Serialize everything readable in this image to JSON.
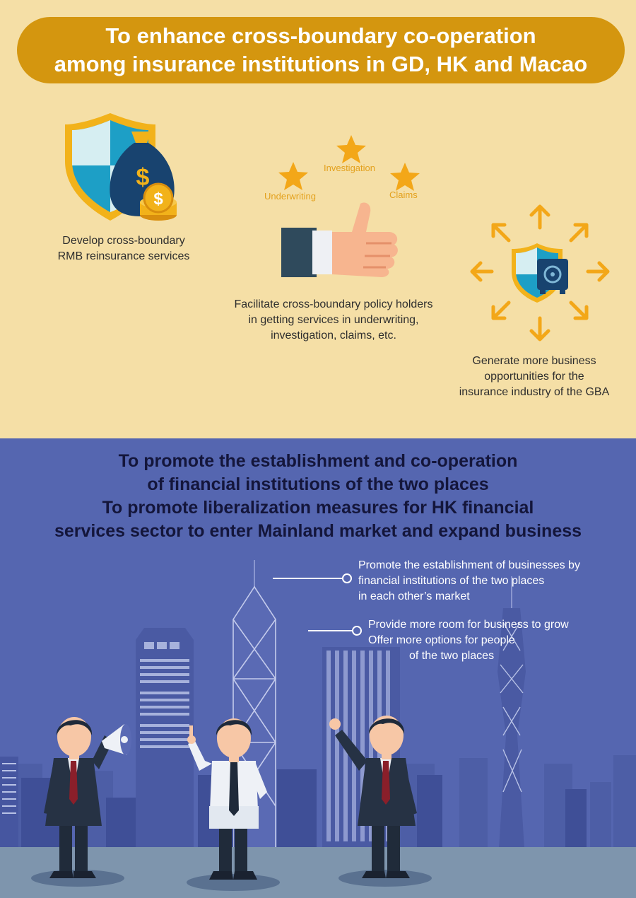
{
  "top": {
    "banner": {
      "line1": "To enhance cross-boundary co-operation",
      "line2": "among insurance institutions in GD, HK and Macao"
    },
    "item1": {
      "icon": "money-bag-shield-icon",
      "line1": "Develop cross-boundary",
      "line2": "RMB reinsurance services"
    },
    "item2": {
      "icon": "thumbs-up-icon",
      "stars": [
        "Underwriting",
        "Investigation",
        "Claims"
      ],
      "line1": "Facilitate cross-boundary policy holders",
      "line2": "in getting services in underwriting,",
      "line3": "investigation, claims, etc."
    },
    "item3": {
      "icon": "safe-shield-expand-icon",
      "line1": "Generate more business",
      "line2": "opportunities for the",
      "line3": "insurance industry of the GBA"
    }
  },
  "bottom": {
    "title": {
      "line1": "To promote the establishment and co-operation",
      "line2": "of financial institutions of the two places",
      "line3": "To promote liberalization measures for HK financial",
      "line4": "services sector to enter Mainland market and expand business"
    },
    "callout1": {
      "line1": "Promote the establishment of businesses by",
      "line2": "financial institutions of the two places",
      "line3": "in each other’s market"
    },
    "callout2": {
      "line1": "Provide more room for business to grow",
      "line2": "Offer more options for people",
      "line3": "of the two places"
    }
  },
  "colors": {
    "top_bg": "#f5dfa6",
    "banner": "#d4960f",
    "bottom_bg": "#5566b0",
    "accent_orange": "#f3a718",
    "title_dark": "#14163b"
  }
}
